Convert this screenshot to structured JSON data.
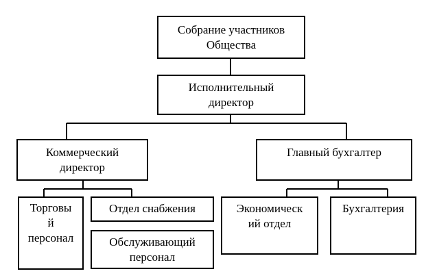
{
  "nodes": {
    "assembly": "Собрание участников\nОбщества",
    "executive_director": "Исполнительный\nдиректор",
    "commercial_director": "Коммерческий\nдиректор",
    "chief_accountant": "Главный бухгалтер",
    "sales_staff": "Торговы\nй\nперсонал",
    "supply_department": "Отдел снабжения",
    "service_staff": "Обслуживающий\nперсонал",
    "economic_department": "Экономическ\nий отдел",
    "accounting": "Бухгалтерия"
  },
  "colors": {
    "line": "#000000",
    "border": "#000000",
    "background": "#ffffff"
  }
}
